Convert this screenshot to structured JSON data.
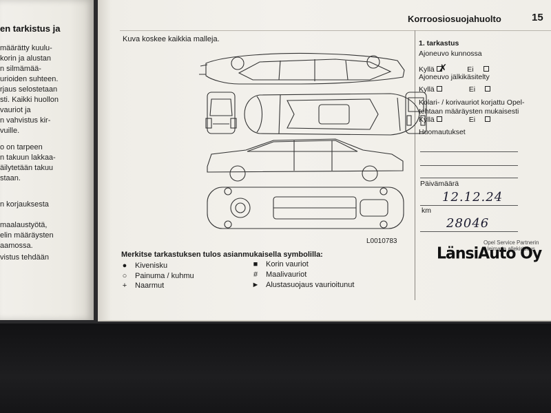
{
  "left_page": {
    "heading": "en tarkistus ja",
    "lines": [
      "määrätty kuulu-",
      "korin ja alustan",
      "n silmämää-",
      "urioiden suhteen.",
      "rjaus selostetaan",
      "sti. Kaikki huollon",
      " vauriot ja",
      "n vahvistus kir-",
      "vuille.",
      "",
      "o on tarpeen",
      "n takuun lakkaa-",
      "äilytetään takuu",
      "staan.",
      "",
      "n korjauksesta",
      "",
      "maalaustyötä,",
      "elin määräysten",
      "aamossa.",
      "vistus tehdään"
    ]
  },
  "header": {
    "title": "Korroosiosuojahuolto",
    "page_number": "15"
  },
  "diagram": {
    "caption": "Kuva koskee kaikkia malleja.",
    "reference": "L0010783"
  },
  "legend": {
    "title": "Merkitse tarkastuksen tulos asianmukaisella symbolilla:",
    "items": [
      {
        "symbol": "●",
        "label": "Kivenisku"
      },
      {
        "symbol": "○",
        "label": "Painuma / kuhmu"
      },
      {
        "symbol": "+",
        "label": "Naarmut"
      },
      {
        "symbol": "■",
        "label": "Korin vauriot"
      },
      {
        "symbol": "#",
        "label": "Maalivauriot"
      },
      {
        "symbol": "►",
        "label": "Alustasuojaus vaurioitunut"
      }
    ]
  },
  "form": {
    "section": "1. tarkastus",
    "q1": "Ajoneuvo kunnossa",
    "q2": "Ajoneuvo jälkikäsitelty",
    "q3a": "Kolari- / korivauriot korjattu Opel-",
    "q3b": "tehtaan määräysten mukaisesti",
    "yes": "Kyllä",
    "no": "Ei",
    "check_mark": "✗",
    "notes_label": "Huomautukset",
    "date_label": "Päivämäärä",
    "date_value": "12.12.24",
    "km_label": "km",
    "km_value": "28046"
  },
  "stamp": {
    "partner_line1": "Opel Service Partnerin",
    "partner_line2": "leima ja allekirjoitus",
    "brand": "LänsiAuto Oy"
  }
}
